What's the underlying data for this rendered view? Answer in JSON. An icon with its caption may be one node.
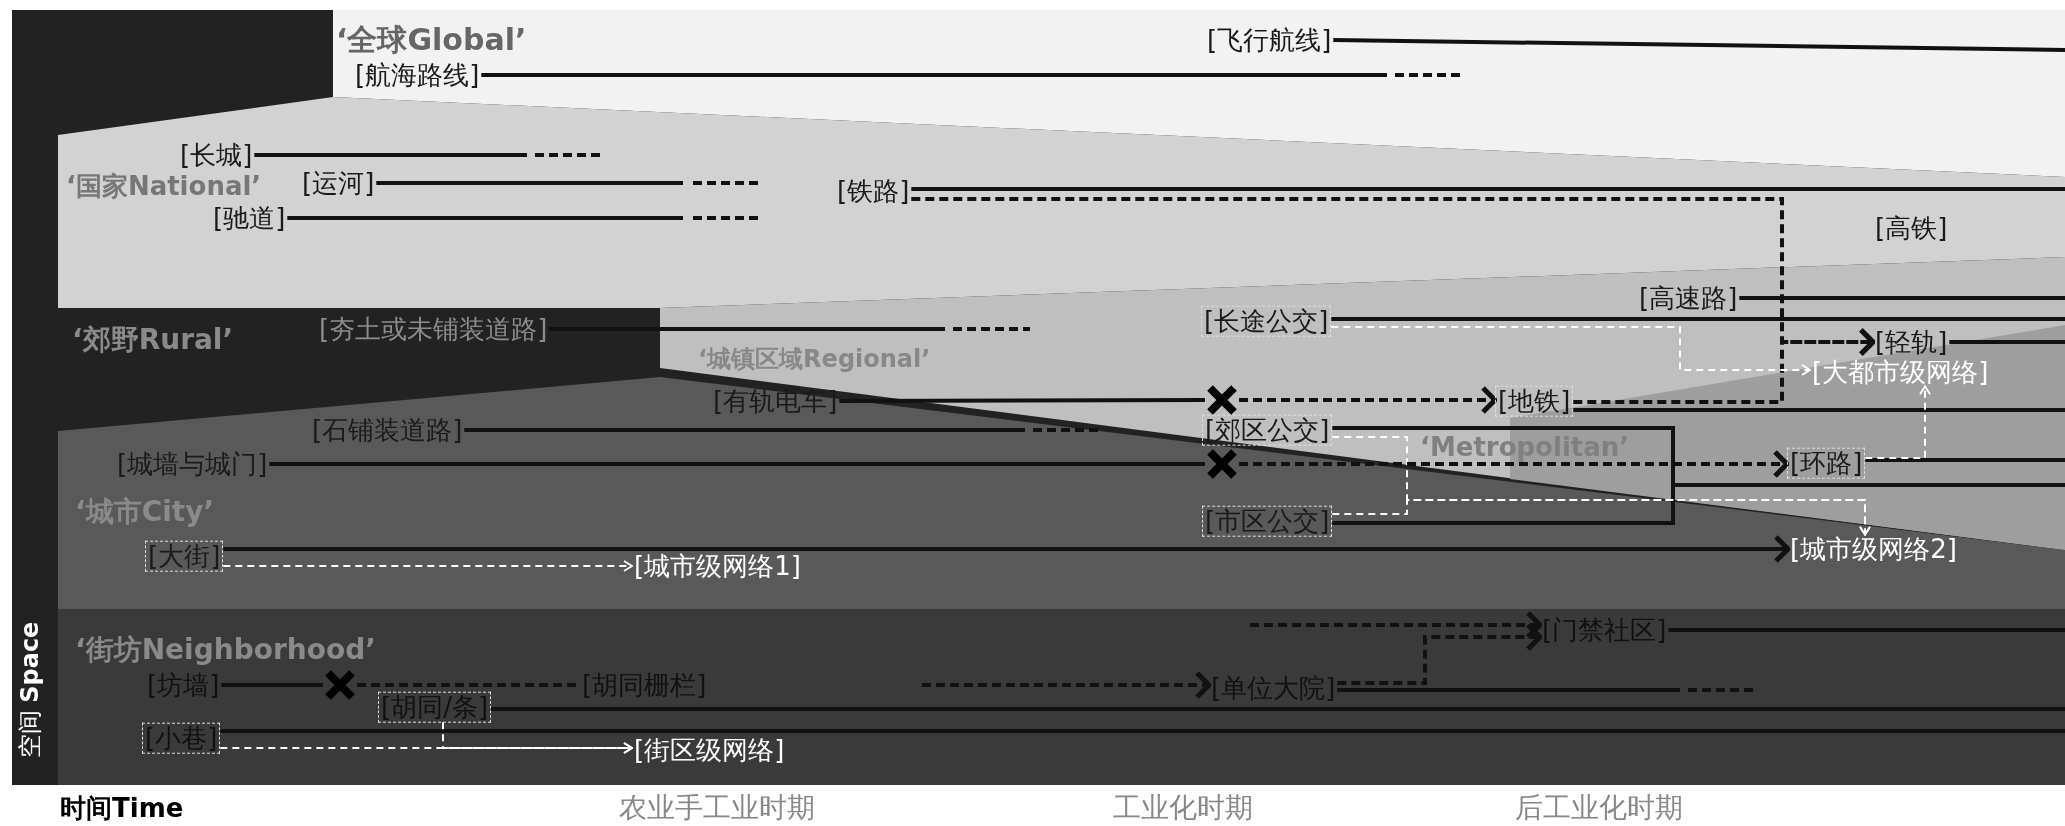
{
  "diagram": {
    "nodes": [
      {
        "text": [
          "[飞行航线]"
        ]
      },
      {
        "text": [
          "[航海路线]"
        ]
      },
      {
        "text": [
          "[长城]"
        ]
      },
      {
        "text": [
          "[运河]"
        ]
      },
      {
        "text": [
          "[铁路]"
        ]
      },
      {
        "text": [
          "[驰道]"
        ]
      },
      {
        "text": [
          "[高铁]"
        ]
      },
      {
        "text": [
          "[高速路]"
        ]
      },
      {
        "text": [
          "[长途公交]"
        ]
      },
      {
        "text": [
          "[夯土或未铺装道路]"
        ]
      },
      {
        "text": [
          "[轻轨]"
        ]
      },
      {
        "text": [
          "[大都市级网络]"
        ]
      },
      {
        "text": [
          "[有轨电车]"
        ]
      },
      {
        "text": [],
        "shape": "cross"
      },
      {
        "text": [
          "[地铁]"
        ]
      },
      {
        "text": [
          "[石铺装道路]"
        ]
      },
      {
        "text": [
          "[郊区公交]"
        ]
      },
      {
        "text": [
          "[城墙与城门]"
        ]
      },
      {
        "text": [],
        "shape": "cross"
      },
      {
        "text": [
          "[环路]"
        ]
      },
      {
        "text": [
          "[市区公交]"
        ]
      },
      {
        "text": [
          "[城市级网络2]"
        ]
      },
      {
        "text": [
          "[大街]"
        ]
      },
      {
        "text": [
          "[城市级网络1]"
        ]
      },
      {
        "text": [
          "[门禁社区]"
        ]
      },
      {
        "text": [
          "[坊墙]"
        ]
      },
      {
        "text": [],
        "shape": "cross"
      },
      {
        "text": [
          "[胡同栅栏]"
        ]
      },
      {
        "text": [
          "[单位大院]"
        ]
      },
      {
        "text": [
          "[胡同/条]"
        ]
      },
      {
        "text": [
          "[小巷]"
        ]
      },
      {
        "text": [
          "[街区级网络]"
        ]
      }
    ],
    "edges": [
      {
        "from": 0,
        "to": null,
        "arrow": "none"
      },
      {
        "from": 1,
        "to": null,
        "arrow": "none"
      },
      {
        "from": 2,
        "to": null,
        "arrow": "none"
      },
      {
        "from": 3,
        "to": null,
        "arrow": "none"
      },
      {
        "from": 5,
        "to": null,
        "arrow": "none"
      },
      {
        "from": 4,
        "to": null,
        "arrow": "none"
      },
      {
        "from": 4,
        "to": 10,
        "arrow": "to",
        "style": "dashed"
      },
      {
        "from": 14,
        "to": 10,
        "arrow": "to",
        "style": "dashed"
      },
      {
        "from": 9,
        "to": null,
        "arrow": "none"
      },
      {
        "from": 7,
        "to": null,
        "arrow": "none"
      },
      {
        "from": 8,
        "to": null,
        "arrow": "none"
      },
      {
        "from": 8,
        "to": 11,
        "arrow": "to",
        "style": "dashed",
        "color": "#ffffff"
      },
      {
        "from": 10,
        "to": null,
        "arrow": "none"
      },
      {
        "from": 12,
        "to": 13,
        "arrow": "none"
      },
      {
        "from": 13,
        "to": 14,
        "arrow": "to",
        "style": "dashed"
      },
      {
        "from": 14,
        "to": null,
        "arrow": "none"
      },
      {
        "from": 15,
        "to": null,
        "arrow": "none"
      },
      {
        "from": 16,
        "to": null,
        "arrow": "none"
      },
      {
        "from": 20,
        "to": null,
        "arrow": "none"
      },
      {
        "from": 16,
        "to": 21,
        "arrow": "to",
        "style": "dashed",
        "color": "#ffffff"
      },
      {
        "from": 20,
        "to": 21,
        "arrow": "to",
        "style": "dashed",
        "color": "#ffffff"
      },
      {
        "from": 17,
        "to": 18,
        "arrow": "none"
      },
      {
        "from": 18,
        "to": 19,
        "arrow": "to",
        "style": "dashed"
      },
      {
        "from": 19,
        "to": null,
        "arrow": "none"
      },
      {
        "from": 19,
        "to": 11,
        "arrow": "to",
        "style": "dashed",
        "color": "#ffffff"
      },
      {
        "from": 22,
        "to": 21,
        "arrow": "to"
      },
      {
        "from": 22,
        "to": 23,
        "arrow": "to",
        "style": "dashed",
        "color": "#ffffff"
      },
      {
        "from": 24,
        "to": null,
        "arrow": "none"
      },
      {
        "from": null,
        "to": 24,
        "arrow": "to",
        "style": "dashed"
      },
      {
        "from": 28,
        "to": 24,
        "arrow": "to",
        "style": "dashed"
      },
      {
        "from": 25,
        "to": 26,
        "arrow": "none"
      },
      {
        "from": 26,
        "to": 27,
        "arrow": "none",
        "style": "dashed"
      },
      {
        "from": null,
        "to": 28,
        "arrow": "to",
        "style": "dashed"
      },
      {
        "from": 28,
        "to": null,
        "arrow": "none"
      },
      {
        "from": 29,
        "to": null,
        "arrow": "none"
      },
      {
        "from": 30,
        "to": null,
        "arrow": "none"
      },
      {
        "from": 30,
        "to": 31,
        "arrow": "to",
        "style": "dashed",
        "color": "#ffffff"
      },
      {
        "from": 29,
        "to": 31,
        "arrow": "to",
        "style": "dashed",
        "color": "#ffffff"
      }
    ],
    "labels": [
      "‘全球Global’",
      "‘国家National’",
      "‘郊野Rural’",
      "‘城镇区域Regional’",
      "‘Metropolitan’",
      "‘城市City’",
      "‘街坊Neighborhood’",
      "空间 **Space**",
      "时间Time",
      "农业手工业时期",
      "工业化时期",
      "后工业化时期"
    ]
  }
}
